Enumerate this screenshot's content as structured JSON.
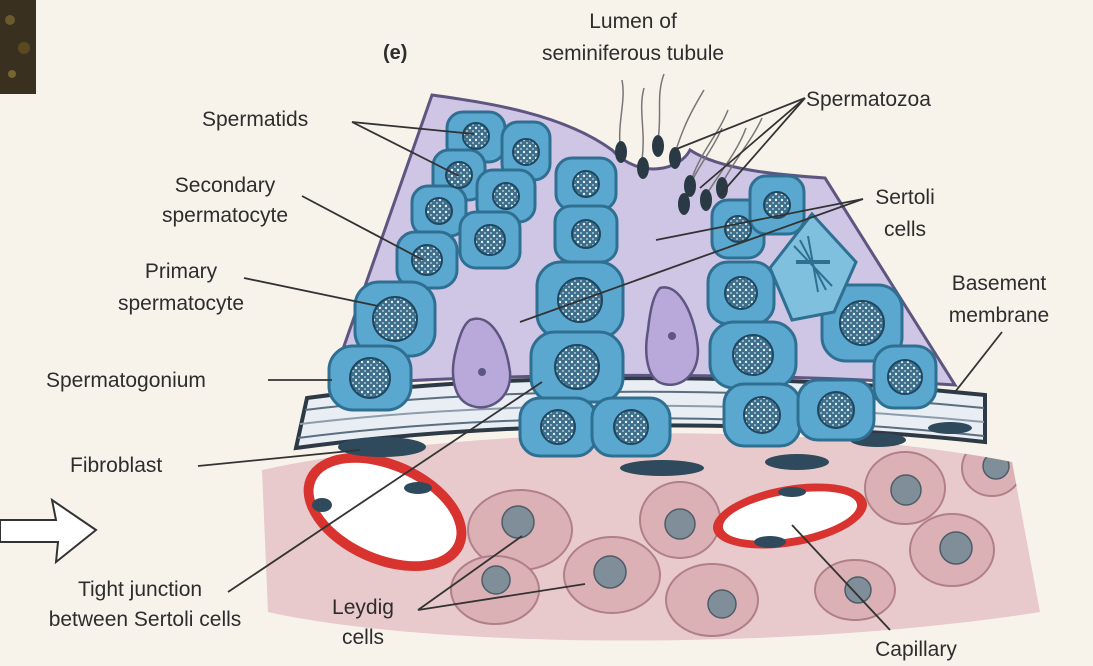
{
  "figure": {
    "panel_letter": "(e)",
    "labels": {
      "lumen_line1": "Lumen of",
      "lumen_line2": "seminiferous tubule",
      "spermatids": "Spermatids",
      "spermatozoa": "Spermatozoa",
      "secondary_line1": "Secondary",
      "secondary_line2": "spermatocyte",
      "sertoli_line1": "Sertoli",
      "sertoli_line2": "cells",
      "primary_line1": "Primary",
      "primary_line2": "spermatocyte",
      "basement_line1": "Basement",
      "basement_line2": "membrane",
      "spermatogonium": "Spermatogonium",
      "fibroblast": "Fibroblast",
      "tight_line1": "Tight junction",
      "tight_line2": "between Sertoli cells",
      "leydig_line1": "Leydig",
      "leydig_line2": "cells",
      "capillary": "Capillary"
    },
    "colors": {
      "background": "#f7f3ea",
      "tubule_fill": "#cfc6e6",
      "germ_cell": "#5aa8cf",
      "germ_cell_stroke": "#2f6f92",
      "sertoli_nucleus": "#b9a9da",
      "interstitium": "#e8c9cc",
      "capillary_wall": "#d8332f",
      "fibroblast": "#2e4a5c",
      "leader_line": "#333333"
    }
  }
}
